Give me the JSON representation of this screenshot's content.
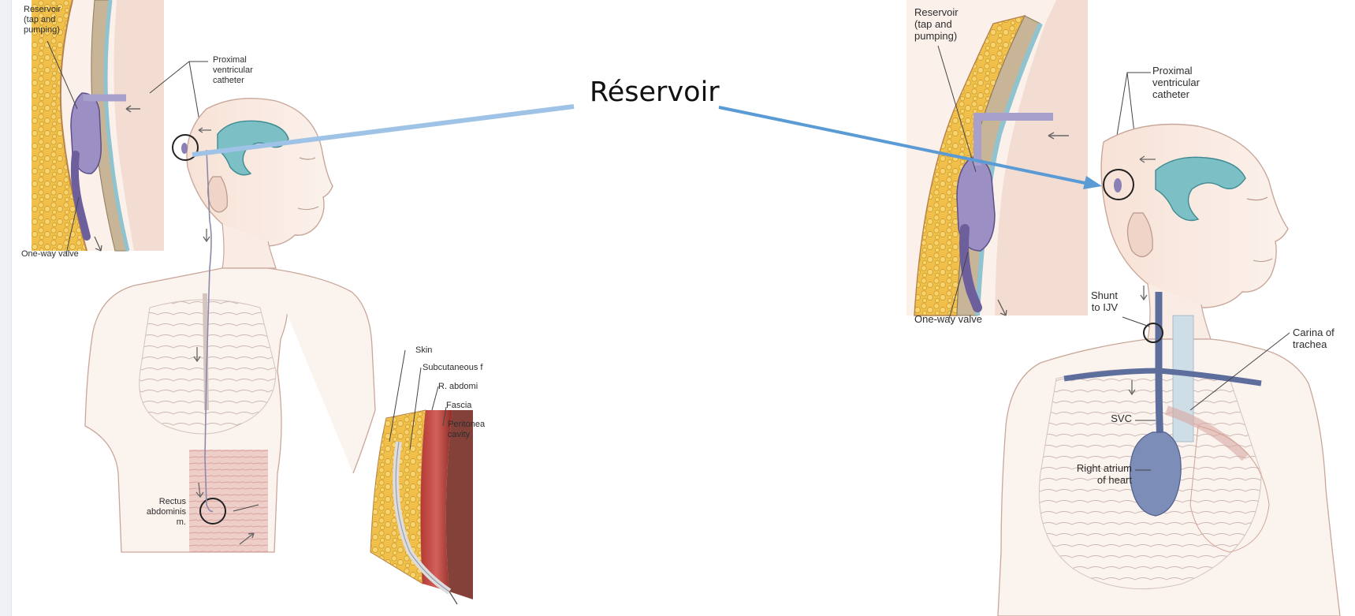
{
  "title_label": "Réservoir",
  "left_figure": {
    "labels": {
      "reservoir": "Reservoir\n(tap and\npumping)",
      "proximal": "Proximal\nventricular\ncatheter",
      "valve": "One-way valve",
      "skin": "Skin",
      "subcutaneous": "Subcutaneous f",
      "rabdominis": "R. abdomi",
      "fascia": "Fascia",
      "peritoneal": "Peritonea\ncavity",
      "rectus": "Rectus\nabdominis\nm."
    }
  },
  "right_figure": {
    "labels": {
      "reservoir": "Reservoir\n(tap and\npumping)",
      "proximal": "Proximal\nventricular\ncatheter",
      "valve": "One-way valve",
      "shunt": "Shunt\nto IJV",
      "carina": "Carina of\ntrachea",
      "svc": "SVC",
      "right_atrium": "Right atrium\nof heart"
    }
  },
  "colors": {
    "arrow_left": "#9ec3e6",
    "arrow_right": "#5b9bd5",
    "ventricle": "#7fbfc4",
    "fat": "#f2c24a",
    "skin_tone": "#f7e6dc",
    "vein": "#5d6e9c",
    "heart": "#7c8db8",
    "muscle": "#c9504a"
  }
}
